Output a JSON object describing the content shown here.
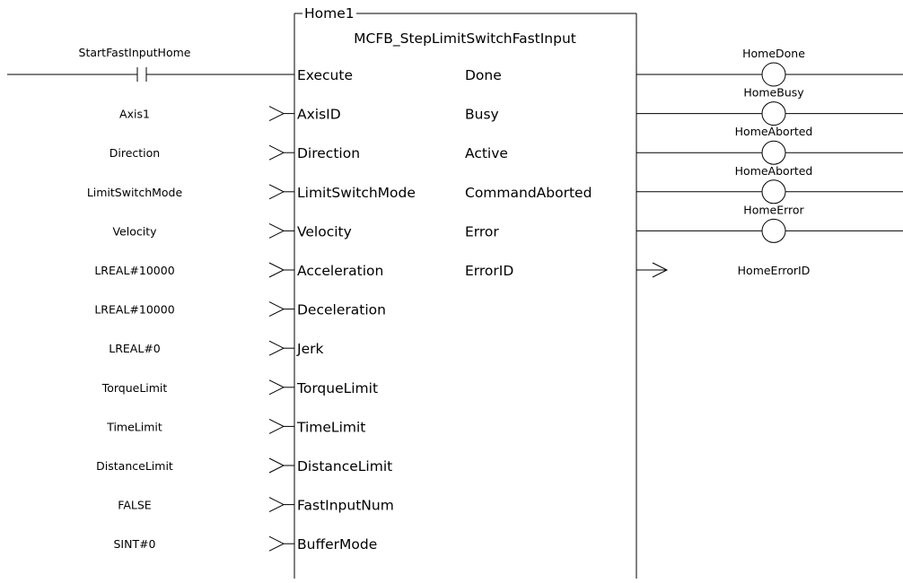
{
  "block": {
    "instance_name": "Home1",
    "type_name": "MCFB_StepLimitSwitchFastInput"
  },
  "inputs": [
    {
      "pin": "Execute",
      "source": "StartFastInputHome",
      "kind": "contact"
    },
    {
      "pin": "AxisID",
      "source": "Axis1",
      "kind": "value"
    },
    {
      "pin": "Direction",
      "source": "Direction",
      "kind": "value"
    },
    {
      "pin": "LimitSwitchMode",
      "source": "LimitSwitchMode",
      "kind": "value"
    },
    {
      "pin": "Velocity",
      "source": "Velocity",
      "kind": "value"
    },
    {
      "pin": "Acceleration",
      "source": "LREAL#10000",
      "kind": "value"
    },
    {
      "pin": "Deceleration",
      "source": "LREAL#10000",
      "kind": "value"
    },
    {
      "pin": "Jerk",
      "source": "LREAL#0",
      "kind": "value"
    },
    {
      "pin": "TorqueLimit",
      "source": "TorqueLimit",
      "kind": "value"
    },
    {
      "pin": "TimeLimit",
      "source": "TimeLimit",
      "kind": "value"
    },
    {
      "pin": "DistanceLimit",
      "source": "DistanceLimit",
      "kind": "value"
    },
    {
      "pin": "FastInputNum",
      "source": "FALSE",
      "kind": "value"
    },
    {
      "pin": "BufferMode",
      "source": "SINT#0",
      "kind": "value"
    }
  ],
  "outputs": [
    {
      "pin": "Done",
      "target": "HomeDone",
      "kind": "coil"
    },
    {
      "pin": "Busy",
      "target": "HomeBusy",
      "kind": "coil"
    },
    {
      "pin": "Active",
      "target": "HomeAborted",
      "kind": "coil"
    },
    {
      "pin": "CommandAborted",
      "target": "HomeAborted",
      "kind": "coil"
    },
    {
      "pin": "Error",
      "target": "HomeError",
      "kind": "coil"
    },
    {
      "pin": "ErrorID",
      "target": "HomeErrorID",
      "kind": "value"
    }
  ]
}
